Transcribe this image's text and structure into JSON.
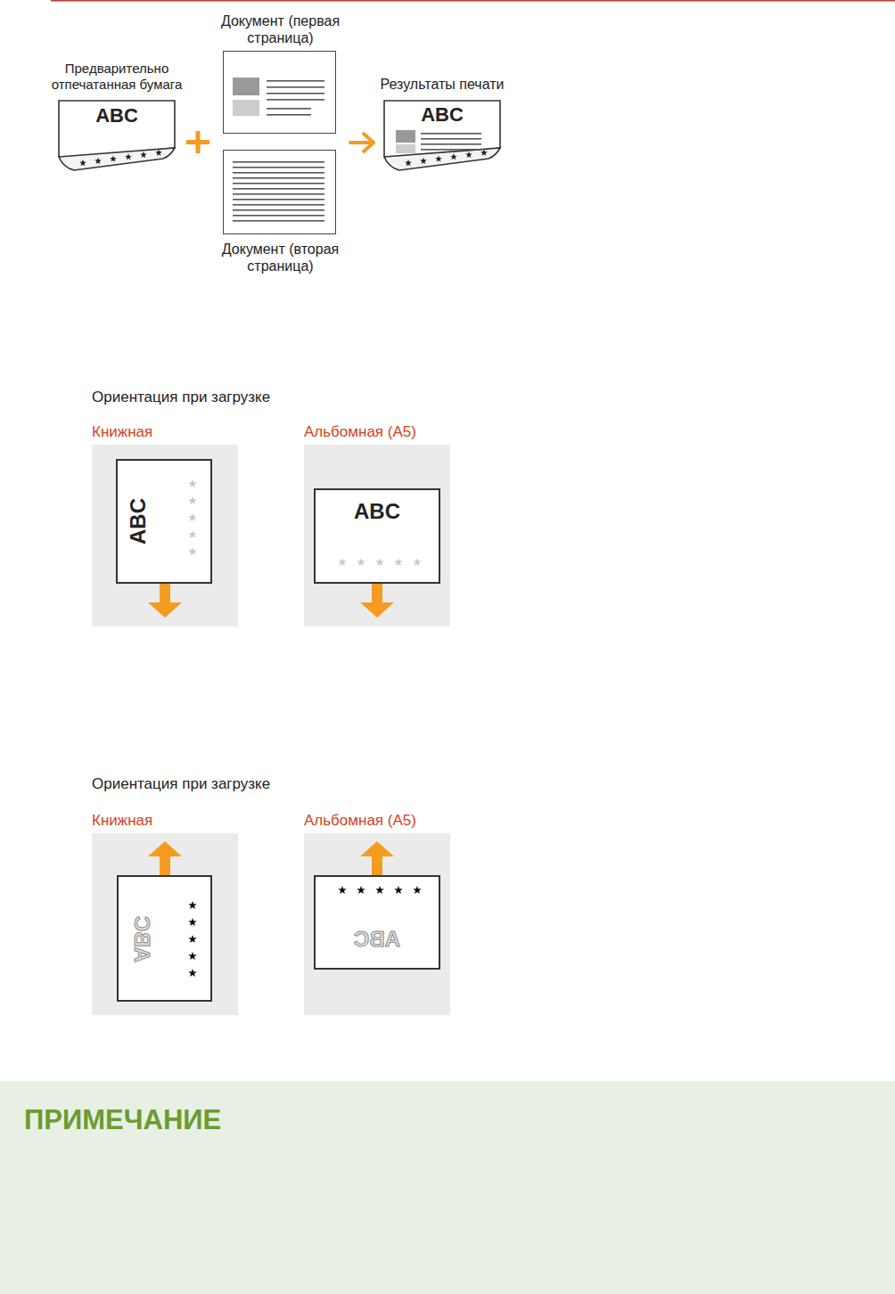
{
  "diagram": {
    "nodes": [
      {
        "text": [
          "Предварительно отпечатанная бумага",
          "ABC"
        ]
      },
      {
        "text": [
          "Документ (первая страница)"
        ]
      },
      {
        "text": [
          "Документ (вторая страница)"
        ]
      },
      {
        "text": [
          "Результаты печати",
          "ABC"
        ]
      },
      {
        "text": [
          "Книжная"
        ]
      },
      {
        "text": [
          "ABC"
        ],
        "in": 4
      },
      {
        "text": [
          "Альбомная (A5)"
        ]
      },
      {
        "text": [
          "ABC"
        ],
        "in": 6
      },
      {
        "text": [
          "Книжная"
        ]
      },
      {
        "text": [
          "ABC"
        ],
        "in": 8
      },
      {
        "text": [
          "Альбомная (A5)"
        ]
      },
      {
        "text": [
          "ABC"
        ],
        "in": 10
      }
    ],
    "labels": [
      "Ориентация при загрузке",
      "Ориентация при загрузке",
      "ПРИМЕЧАНИЕ"
    ]
  }
}
